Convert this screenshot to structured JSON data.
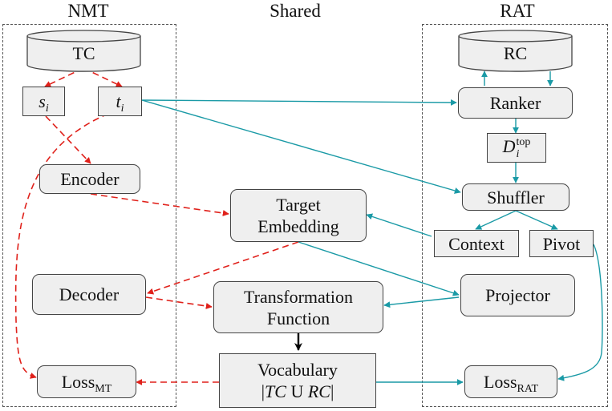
{
  "regions": {
    "nmt": {
      "title": "NMT"
    },
    "shared": {
      "title": "Shared"
    },
    "rat": {
      "title": "RAT"
    }
  },
  "nodes": {
    "tc": "TC",
    "s_i": {
      "base": "s",
      "sub": "i"
    },
    "t_i": {
      "base": "t",
      "sub": "i"
    },
    "encoder": "Encoder",
    "decoder": "Decoder",
    "loss_mt": {
      "base": "Loss",
      "sub": "MT"
    },
    "target_embedding": {
      "line1": "Target",
      "line2": "Embedding"
    },
    "transformation_function": {
      "line1": "Transformation",
      "line2": "Function"
    },
    "vocabulary": {
      "line1": "Vocabulary",
      "line2_part1": "|",
      "line2_tc": "TC",
      "line2_union": " U ",
      "line2_rc": "RC",
      "line2_part2": "|"
    },
    "rc": "RC",
    "ranker": "Ranker",
    "d_top": {
      "base": "D",
      "sub": "i",
      "sup": "top"
    },
    "shuffler": "Shuffler",
    "context": "Context",
    "pivot": "Pivot",
    "projector": "Projector",
    "loss_rat": {
      "base": "Loss",
      "sub": "RAT"
    }
  },
  "colors": {
    "nmt_arrow": "#e0211b",
    "rat_arrow": "#1a9aa6",
    "main_arrow": "#000000"
  }
}
